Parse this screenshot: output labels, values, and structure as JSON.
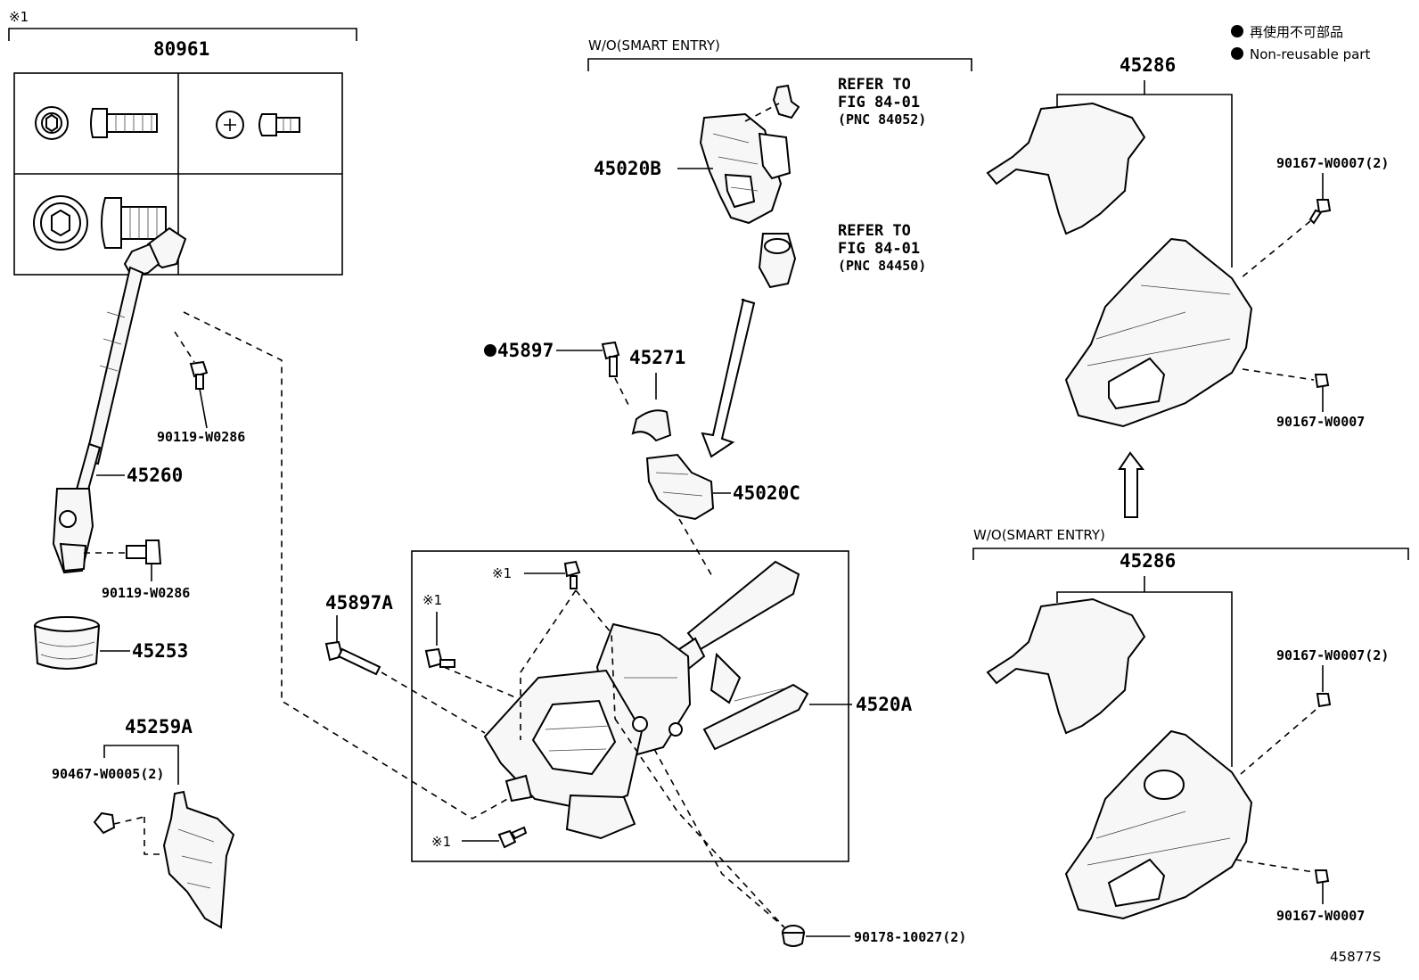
{
  "diagram": {
    "figure_code": "45877S",
    "legend": {
      "marker": "●",
      "jp": "再使用不可部品",
      "en": "Non-reusable part"
    },
    "group_mark": "※1",
    "kit": {
      "part_no": "80961"
    },
    "labels": {
      "p45260": "45260",
      "p90119_top": "90119-W0286",
      "p90119_bottom": "90119-W0286",
      "p45253": "45253",
      "p45259A": "45259A",
      "p90467": "90467-W0005(2)",
      "p45897_mark": "●",
      "p45897": "45897",
      "p45271": "45271",
      "p45020B": "45020B",
      "p45020C": "45020C",
      "p45897A": "45897A",
      "p4520A": "4520A",
      "p90178": "90178-10027(2)",
      "ref1_l1": "REFER TO",
      "ref1_l2": "FIG 84-01",
      "ref1_l3": "(PNC 84052)",
      "ref2_l1": "REFER TO",
      "ref2_l2": "FIG 84-01",
      "ref2_l3": "(PNC 84450)",
      "wo_smart_top": "W/O(SMART ENTRY)",
      "wo_smart_right": "W/O(SMART ENTRY)",
      "p45286_top": "45286",
      "p45286_bottom": "45286",
      "p90167_tr": "90167-W0007(2)",
      "p90167_r1": "90167-W0007",
      "p90167_br": "90167-W0007(2)",
      "p90167_r2": "90167-W0007",
      "mark_a": "※1",
      "mark_b": "※1",
      "mark_c": "※1"
    }
  }
}
